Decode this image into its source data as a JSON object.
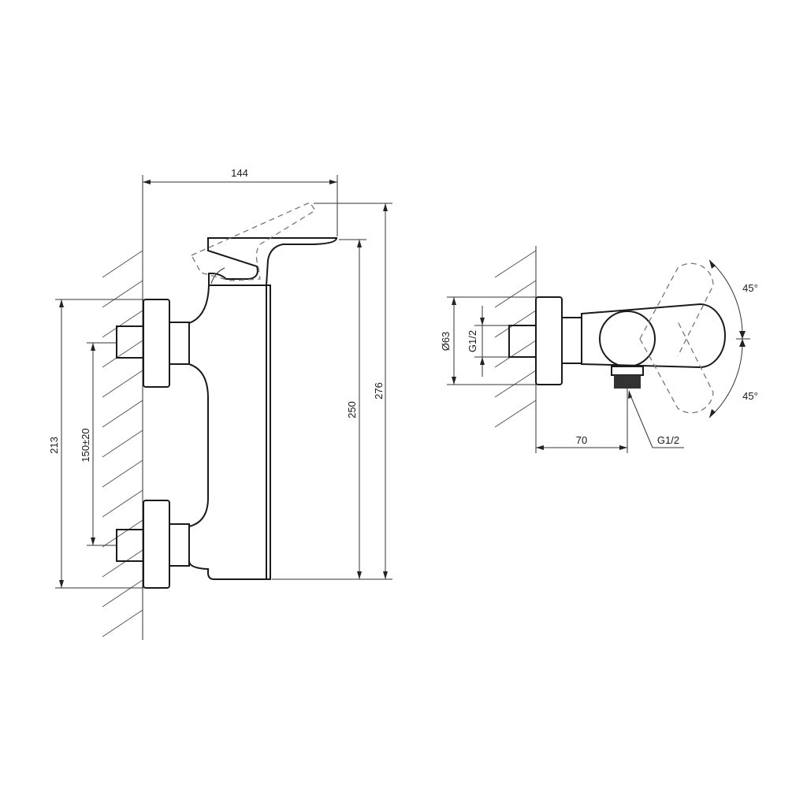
{
  "drawing": {
    "front_view": {
      "dimensions": {
        "width": "144",
        "total_height": "276",
        "body_height": "250",
        "inlet_span": "213",
        "inlet_spacing": "150±20"
      }
    },
    "side_view": {
      "dimensions": {
        "rosette_diameter": "Ø63",
        "inlet_thread": "G1/2",
        "depth": "70",
        "outlet_thread": "G1/2",
        "lever_angle_up": "45°",
        "lever_angle_down": "45°"
      }
    }
  }
}
